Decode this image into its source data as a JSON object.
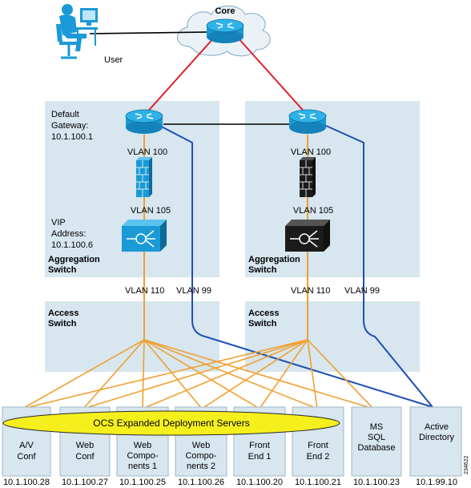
{
  "core": {
    "label": "Core"
  },
  "user": {
    "label": "User"
  },
  "left": {
    "gateway_label_1": "Default",
    "gateway_label_2": "Gateway:",
    "gateway_label_3": "10.1.100.1",
    "vlan_top": "VLAN 100",
    "vlan_mid": "VLAN 105",
    "vip_1": "VIP",
    "vip_2": "Address:",
    "vip_3": "10.1.100.6",
    "agg_1": "Aggregation",
    "agg_2": "Switch",
    "vlan_110": "VLAN 110",
    "vlan_99": "VLAN 99",
    "access_1": "Access",
    "access_2": "Switch"
  },
  "right": {
    "vlan_top": "VLAN 100",
    "vlan_mid": "VLAN 105",
    "agg_1": "Aggregation",
    "agg_2": "Switch",
    "vlan_110": "VLAN 110",
    "vlan_99": "VLAN 99",
    "access_1": "Access",
    "access_2": "Switch"
  },
  "ocs_label": "OCS Expanded Deployment Servers",
  "servers": [
    {
      "l1": "A/V",
      "l2": "Conf",
      "l3": "",
      "ip": "10.1.100.28"
    },
    {
      "l1": "Web",
      "l2": "Conf",
      "l3": "",
      "ip": "10.1.100.27"
    },
    {
      "l1": "Web",
      "l2": "Compo-",
      "l3": "nents 1",
      "ip": "10.1.100.25"
    },
    {
      "l1": "Web",
      "l2": "Compo-",
      "l3": "nents 2",
      "ip": "10.1.100.26"
    },
    {
      "l1": "Front",
      "l2": "End 1",
      "l3": "",
      "ip": "10.1.100.20"
    },
    {
      "l1": "Front",
      "l2": "End 2",
      "l3": "",
      "ip": "10.1.100.21"
    },
    {
      "l1": "MS",
      "l2": "SQL",
      "l3": "Database",
      "ip": "10.1.100.23"
    },
    {
      "l1": "Active",
      "l2": "Directory",
      "l3": "",
      "ip": "10.1.99.10"
    }
  ],
  "figure_id": "234622",
  "colors": {
    "panel": "#d7e6ef",
    "red": "#e0202a",
    "blue": "#1f4fb4",
    "orange": "#f0a030",
    "router": "#1a9ad6",
    "ellipse": "#f5ef1e"
  }
}
